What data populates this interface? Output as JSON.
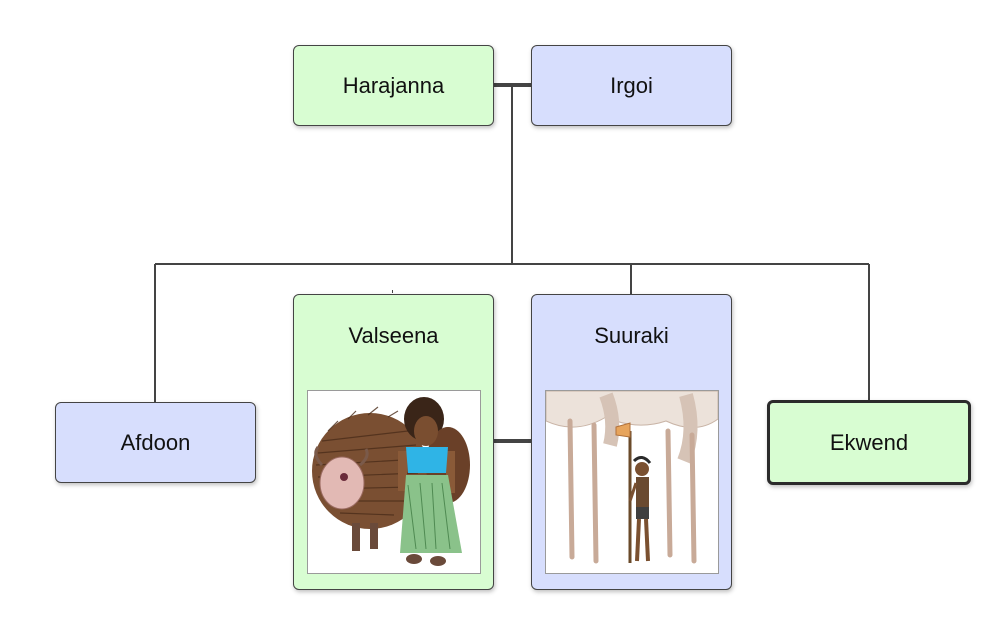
{
  "colors": {
    "female_fill": "#d8fdd2",
    "male_fill": "#d7defd",
    "line": "#444444"
  },
  "people": {
    "harajanna": {
      "name": "Harajanna",
      "gender": "female"
    },
    "irgoi": {
      "name": "Irgoi",
      "gender": "male"
    },
    "afdoon": {
      "name": "Afdoon",
      "gender": "male"
    },
    "valseena": {
      "name": "Valseena",
      "gender": "female",
      "picture": "drawing of woman with bison"
    },
    "suuraki": {
      "name": "Suuraki",
      "gender": "male",
      "picture": "drawing of man with spear among llamas"
    },
    "ekwend": {
      "name": "Ekwend",
      "gender": "female",
      "selected": true
    }
  }
}
